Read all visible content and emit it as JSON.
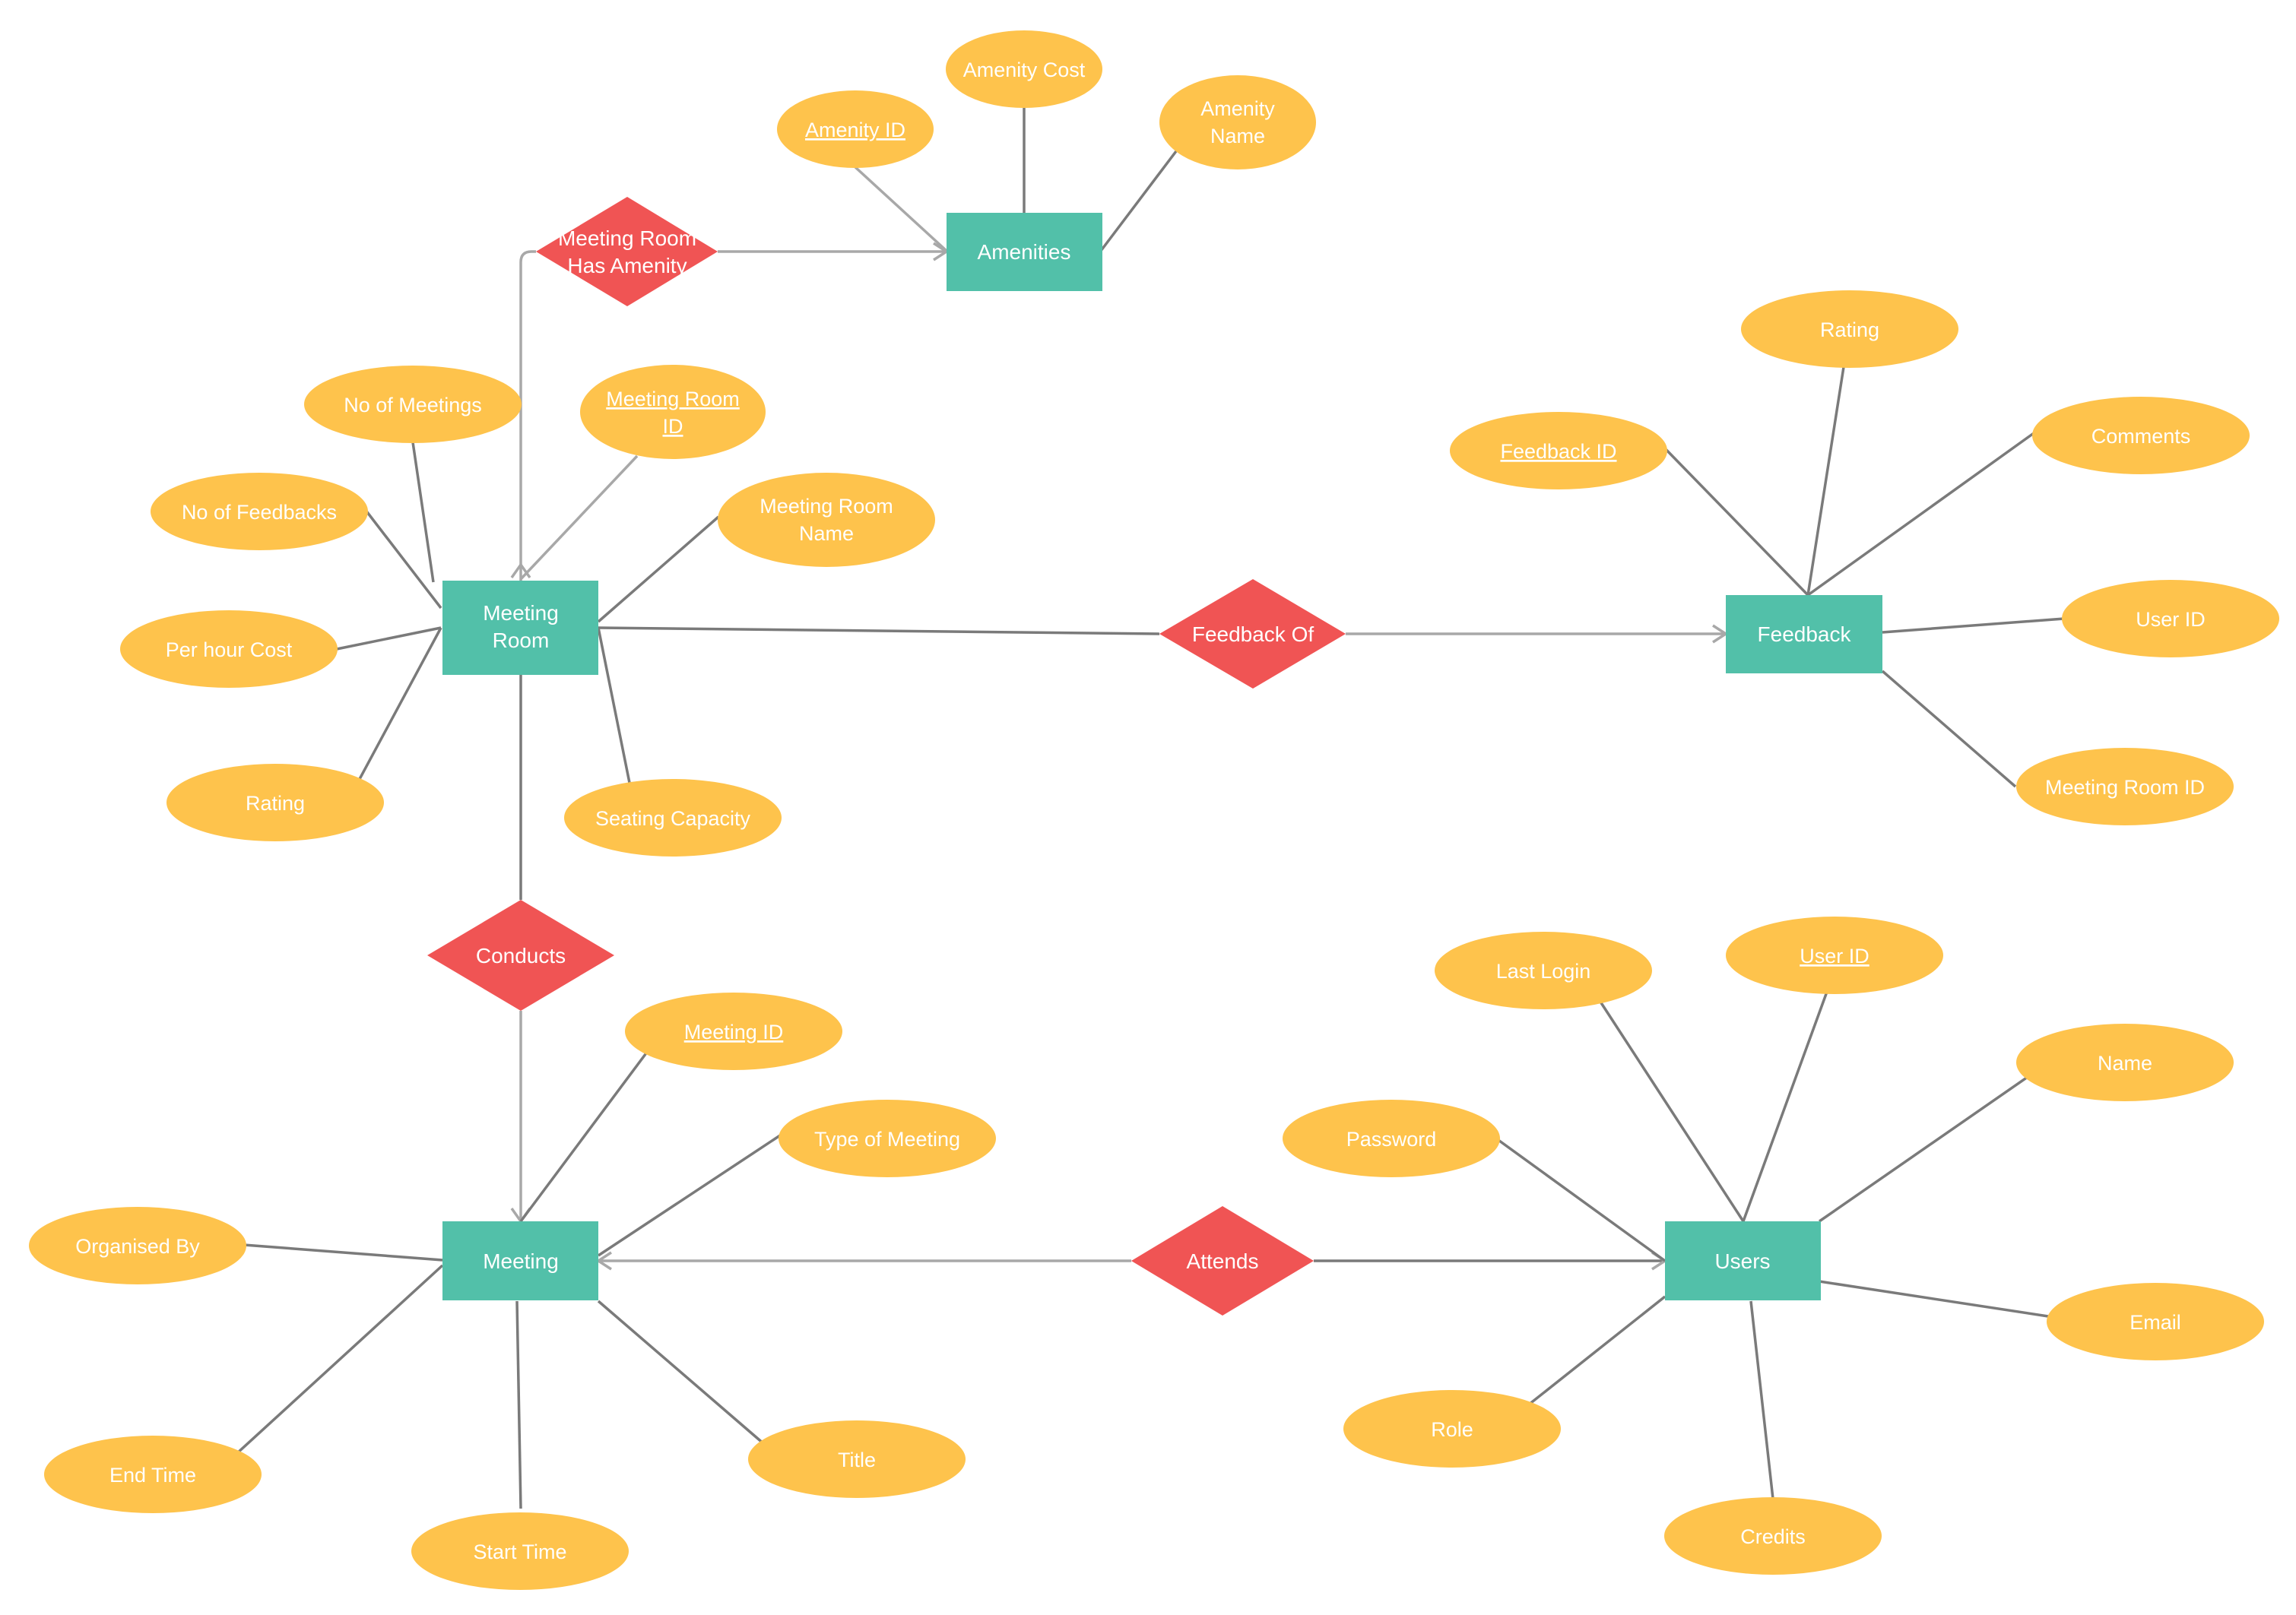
{
  "colors": {
    "entity": "#52c0a9",
    "relationship": "#f05454",
    "attribute": "#fec34c",
    "text": "#ffffff",
    "line": "#7a7a7a",
    "line_light": "#a8a8a8"
  },
  "entities": {
    "amenities": "Amenities",
    "meeting_room": [
      "Meeting",
      "Room"
    ],
    "feedback": "Feedback",
    "meeting": "Meeting",
    "users": "Users"
  },
  "relationships": {
    "has_amenity": [
      "Meeting Room",
      "Has Amenity"
    ],
    "feedback_of": "Feedback Of",
    "conducts": "Conducts",
    "attends": "Attends"
  },
  "attributes": {
    "amenity_id": "Amenity ID",
    "amenity_cost": "Amenity Cost",
    "amenity_name": [
      "Amenity",
      "Name"
    ],
    "no_of_meetings": "No of Meetings",
    "meeting_room_id": [
      "Meeting Room ",
      "ID"
    ],
    "no_of_feedbacks": "No of Feedbacks",
    "meeting_room_name": [
      "Meeting Room",
      "Name"
    ],
    "per_hour_cost": "Per hour Cost",
    "room_rating": "Rating",
    "seating_capacity": "Seating Capacity",
    "fb_rating": "Rating",
    "feedback_id": "Feedback ID",
    "comments": "Comments",
    "fb_user_id": "User ID",
    "fb_meeting_room_id": "Meeting Room ID",
    "meeting_id": "Meeting ID",
    "type_of_meeting": "Type of Meeting",
    "organised_by": "Organised By",
    "end_time": "End Time",
    "start_time": "Start Time",
    "title": "Title",
    "last_login": "Last Login",
    "user_id": "User ID",
    "name": "Name",
    "password": "Password",
    "email": "Email",
    "role": "Role",
    "credits": "Credits"
  }
}
